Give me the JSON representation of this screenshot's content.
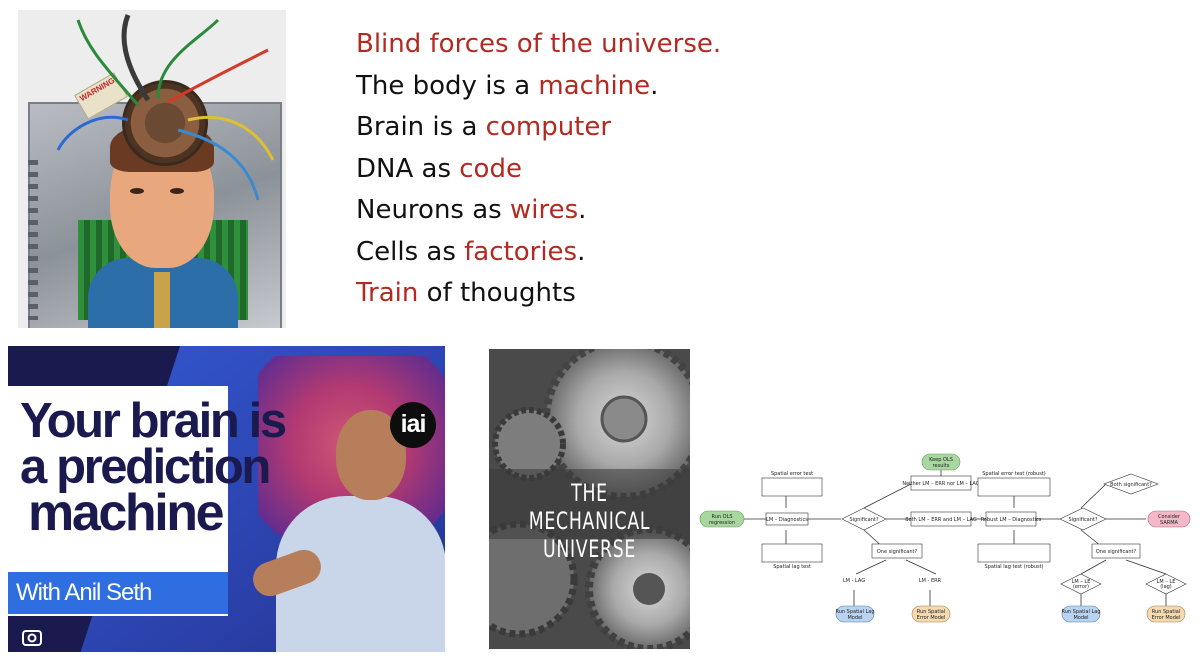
{
  "collage": {
    "warning_label": "WARNING"
  },
  "lines": [
    {
      "parts": [
        {
          "text": "Blind forces of the universe.",
          "accent": true
        }
      ]
    },
    {
      "parts": [
        {
          "text": "The body is a ",
          "accent": false
        },
        {
          "text": "machine",
          "accent": true
        },
        {
          "text": ".",
          "accent": false
        }
      ]
    },
    {
      "parts": [
        {
          "text": "Brain is a ",
          "accent": false
        },
        {
          "text": "computer",
          "accent": true
        }
      ]
    },
    {
      "parts": [
        {
          "text": "DNA as ",
          "accent": false
        },
        {
          "text": "code",
          "accent": true
        }
      ]
    },
    {
      "parts": [
        {
          "text": "Neurons as ",
          "accent": false
        },
        {
          "text": "wires",
          "accent": true
        },
        {
          "text": ".",
          "accent": false
        }
      ]
    },
    {
      "parts": [
        {
          "text": "Cells as ",
          "accent": false
        },
        {
          "text": "factories",
          "accent": true
        },
        {
          "text": ".",
          "accent": false
        }
      ]
    },
    {
      "parts": [
        {
          "text": "Train",
          "accent": true
        },
        {
          "text": " of thoughts",
          "accent": false
        }
      ]
    }
  ],
  "video": {
    "title_1": "Your brain is",
    "title_2": "a prediction",
    "title_3": "machine",
    "subtitle": "With Anil Seth",
    "logo": "iai"
  },
  "book": {
    "title_1": "THE MECHANICAL",
    "title_2": "UNIVERSE"
  },
  "flowchart": {
    "nodes": {
      "run_ols": "Run OLS regression",
      "lm_diag": "LM – Diagnostics",
      "significant_1": "Significant?",
      "keep_ols": "Keep OLS results",
      "neither": "Neither LM – ERR nor LM – LAG",
      "both": "Both LM – ERR and LM – LAG",
      "one_sig_1": "One significant?",
      "lm_lag": "LM - LAG",
      "lm_err": "LM - ERR",
      "run_lag": "Run Spatial Lag Model",
      "run_err": "Run Spatial Error Model",
      "robust": "Robust LM – Diagnostics",
      "significant_2": "Significant?",
      "both_sig": "Both significant?",
      "consider": "Consider SARMA",
      "one_sig_2": "One significant?",
      "lm_le_error": "LM – LE (error)",
      "lm_le_lag": "LM – LE (lag)",
      "run_lag_2": "Run Spatial Lag Model",
      "run_err_2": "Run Spatial Error Model"
    },
    "labels": {
      "spatial_error_test": "Spatial error test",
      "spatial_lag_test": "Spatial lag test",
      "spatial_error_test_robust": "Spatial error test (robust)",
      "spatial_lag_test_robust": "Spatial lag test (robust)"
    }
  }
}
